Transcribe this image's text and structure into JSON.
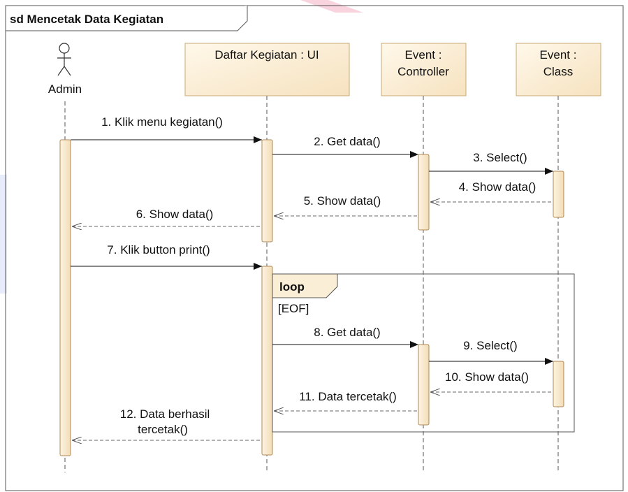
{
  "frame": {
    "title": "sd Mencetak Data Kegiatan"
  },
  "actor": {
    "name": "Admin"
  },
  "lifelines": [
    {
      "line1": "Daftar Kegiatan : UI",
      "line2": ""
    },
    {
      "line1": "Event :",
      "line2": "Controller"
    },
    {
      "line1": "Event :",
      "line2": "Class"
    }
  ],
  "messages": [
    "1. Klik menu kegiatan()",
    "2. Get data()",
    "3. Select()",
    "4. Show data()",
    "5. Show data()",
    "6. Show data()",
    "7. Klik button print()",
    "8. Get data()",
    "9. Select()",
    "10. Show data()",
    "11. Data tercetak()",
    "12. Data berhasil",
    "tercetak()"
  ],
  "fragment": {
    "operator": "loop",
    "guard": "[EOF]"
  },
  "colors": {
    "box_fill": "#fbf0dc",
    "box_stroke": "#c9a874",
    "line": "#333333",
    "accent_bg": "#e23b6a"
  }
}
